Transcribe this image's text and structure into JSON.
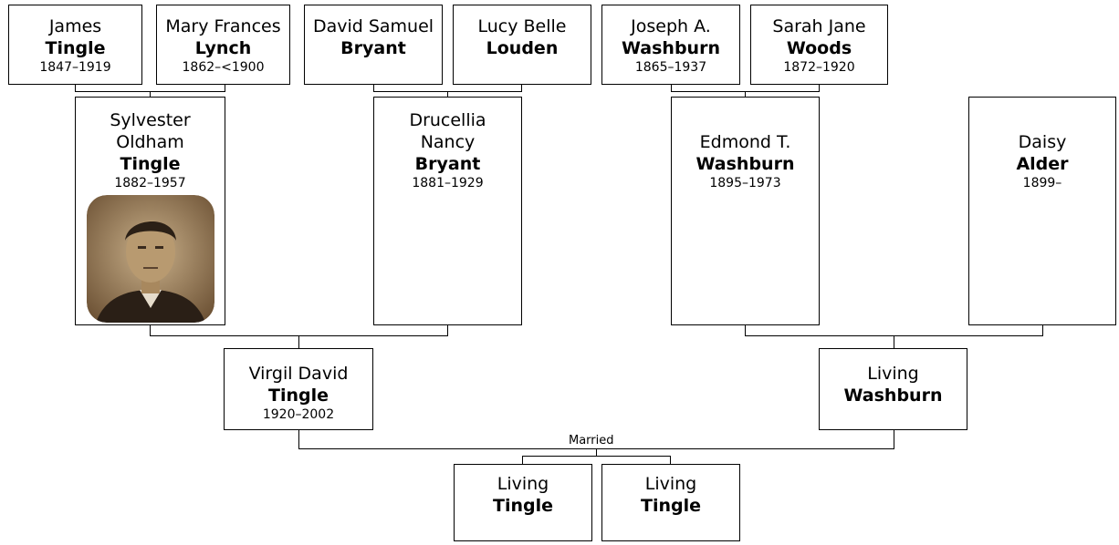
{
  "people": {
    "james_tingle": {
      "given": "James",
      "surname": "Tingle",
      "dates": "1847–1919"
    },
    "mary_lynch": {
      "given": "Mary Frances",
      "surname": "Lynch",
      "dates": "1862–<1900"
    },
    "david_bryant": {
      "given": "David Samuel",
      "surname": "Bryant",
      "dates": ""
    },
    "lucy_louden": {
      "given": "Lucy Belle",
      "surname": "Louden",
      "dates": ""
    },
    "joseph_washburn": {
      "given": "Joseph A.",
      "surname": "Washburn",
      "dates": "1865–1937"
    },
    "sarah_woods": {
      "given": "Sarah Jane",
      "surname": "Woods",
      "dates": "1872–1920"
    },
    "sylvester_tingle": {
      "given_line1": "Sylvester",
      "given_line2": "Oldham",
      "surname": "Tingle",
      "dates": "1882–1957",
      "photo": "portrait-photo"
    },
    "drucellia_bryant": {
      "given_line1": "Drucellia",
      "given_line2": "Nancy",
      "surname": "Bryant",
      "dates": "1881–1929"
    },
    "edmond_washburn": {
      "given": "Edmond T.",
      "surname": "Washburn",
      "dates": "1895–1973"
    },
    "daisy_alder": {
      "given": "Daisy",
      "surname": "Alder",
      "dates": "1899–"
    },
    "virgil_tingle": {
      "given": "Virgil David",
      "surname": "Tingle",
      "dates": "1920–2002"
    },
    "living_washburn": {
      "given": "Living",
      "surname": "Washburn",
      "dates": ""
    },
    "child1": {
      "given": "Living",
      "surname": "Tingle",
      "dates": ""
    },
    "child2": {
      "given": "Living",
      "surname": "Tingle",
      "dates": ""
    }
  },
  "union_label": "Married"
}
